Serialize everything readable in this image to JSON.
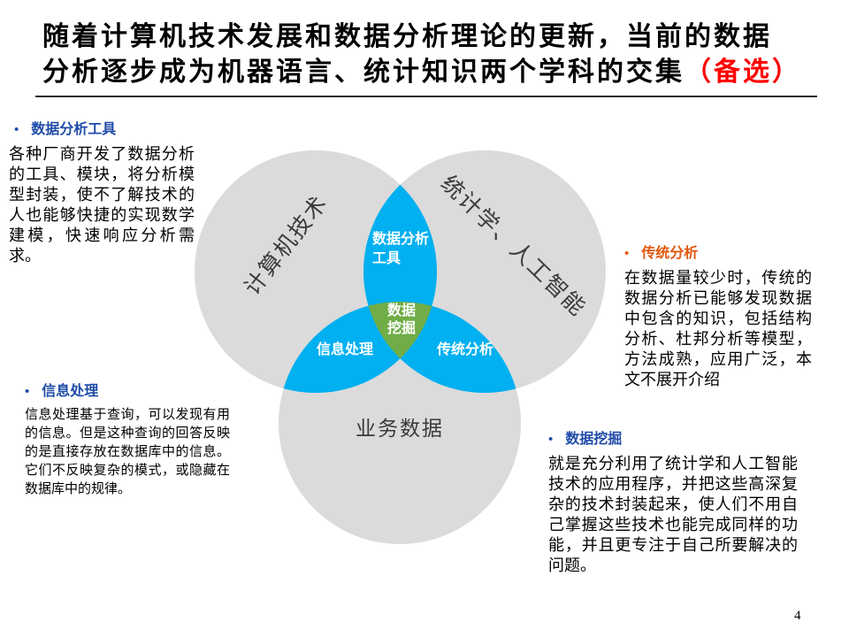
{
  "title": {
    "line1": "随着计算机技术发展和数据分析理论的更新，当前的数据",
    "line2": "分析逐步成为机器语言、统计知识两个学科的交集",
    "suffix": "（备选）"
  },
  "bullet": "•",
  "sections": {
    "tools": {
      "heading": "数据分析工具",
      "body": "各种厂商开发了数据分析的工具、模块，将分析模型封装，使不了解技术的人也能够快捷的实现数学建模，快速响应分析需求。"
    },
    "info": {
      "heading": "信息处理",
      "body": "信息处理基于查询，可以发现有用的信息。但是这种查询的回答反映的是直接存放在数据库中的信息。它们不反映复杂的模式，或隐藏在数据库中的规律。"
    },
    "traditional": {
      "heading": "传统分析",
      "body": "在数据量较少时，传统的数据分析已能够发现数据中包含的知识，包括结构分析、杜邦分析等模型，方法成熟，应用广泛，本文不展开介绍"
    },
    "mining": {
      "heading": "数据挖掘",
      "body": "就是充分利用了统计学和人工智能技术的应用程序，并把这些高深复杂的技术封装起来，使人们不用自己掌握这些技术也能完成同样的功能，并且更专注于自己所要解决的问题。"
    }
  },
  "venn": {
    "circle_computer": "计算机技术",
    "circle_stats": "统计学、人工智能",
    "circle_business": "业务数据",
    "overlap_tools_line1": "数据分析",
    "overlap_tools_line2": "工具",
    "overlap_mining_line1": "数据",
    "overlap_mining_line2": "挖掘",
    "overlap_info": "信息处理",
    "overlap_traditional": "传统分析"
  },
  "colors": {
    "circle_gray": "#DBDBDB",
    "overlap_cyan": "#00B0F0",
    "center_green": "#70AD47",
    "heading_blue": "#1F4BA8",
    "heading_orange": "#E2570D",
    "title_red": "#FF0000"
  },
  "page_number": "4"
}
